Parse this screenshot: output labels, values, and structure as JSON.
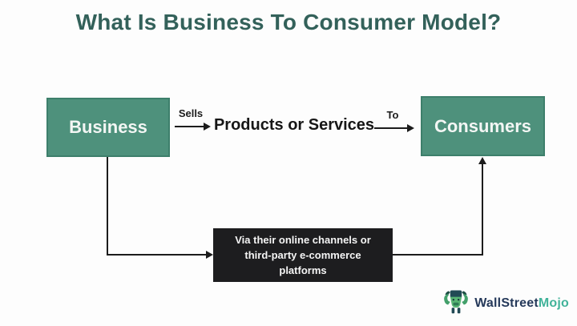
{
  "title": {
    "text": "What Is Business To Consumer Model?",
    "color": "#33615a"
  },
  "diagram": {
    "business_box": {
      "label": "Business",
      "fill": "#4e917c",
      "text_color": "#f3f6f4"
    },
    "consumers_box": {
      "label": "Consumers",
      "fill": "#4e917c",
      "text_color": "#f3f6f4"
    },
    "middle_text": "Products or Services",
    "sells_arrow_label": "Sells",
    "to_arrow_label": "To",
    "channel_box": {
      "lines": [
        "Via their online channels or",
        "third-party e-commerce",
        "platforms"
      ],
      "fill": "#1d1d1f",
      "text_color": "#f5f5f5"
    },
    "connector_color": "#1c1c1c"
  },
  "branding": {
    "name_part1": "WallStreet",
    "name_part2": "Mojo",
    "part1_color": "#25395a",
    "part2_color": "#41b39a",
    "icon": "bull-mascot-icon"
  }
}
